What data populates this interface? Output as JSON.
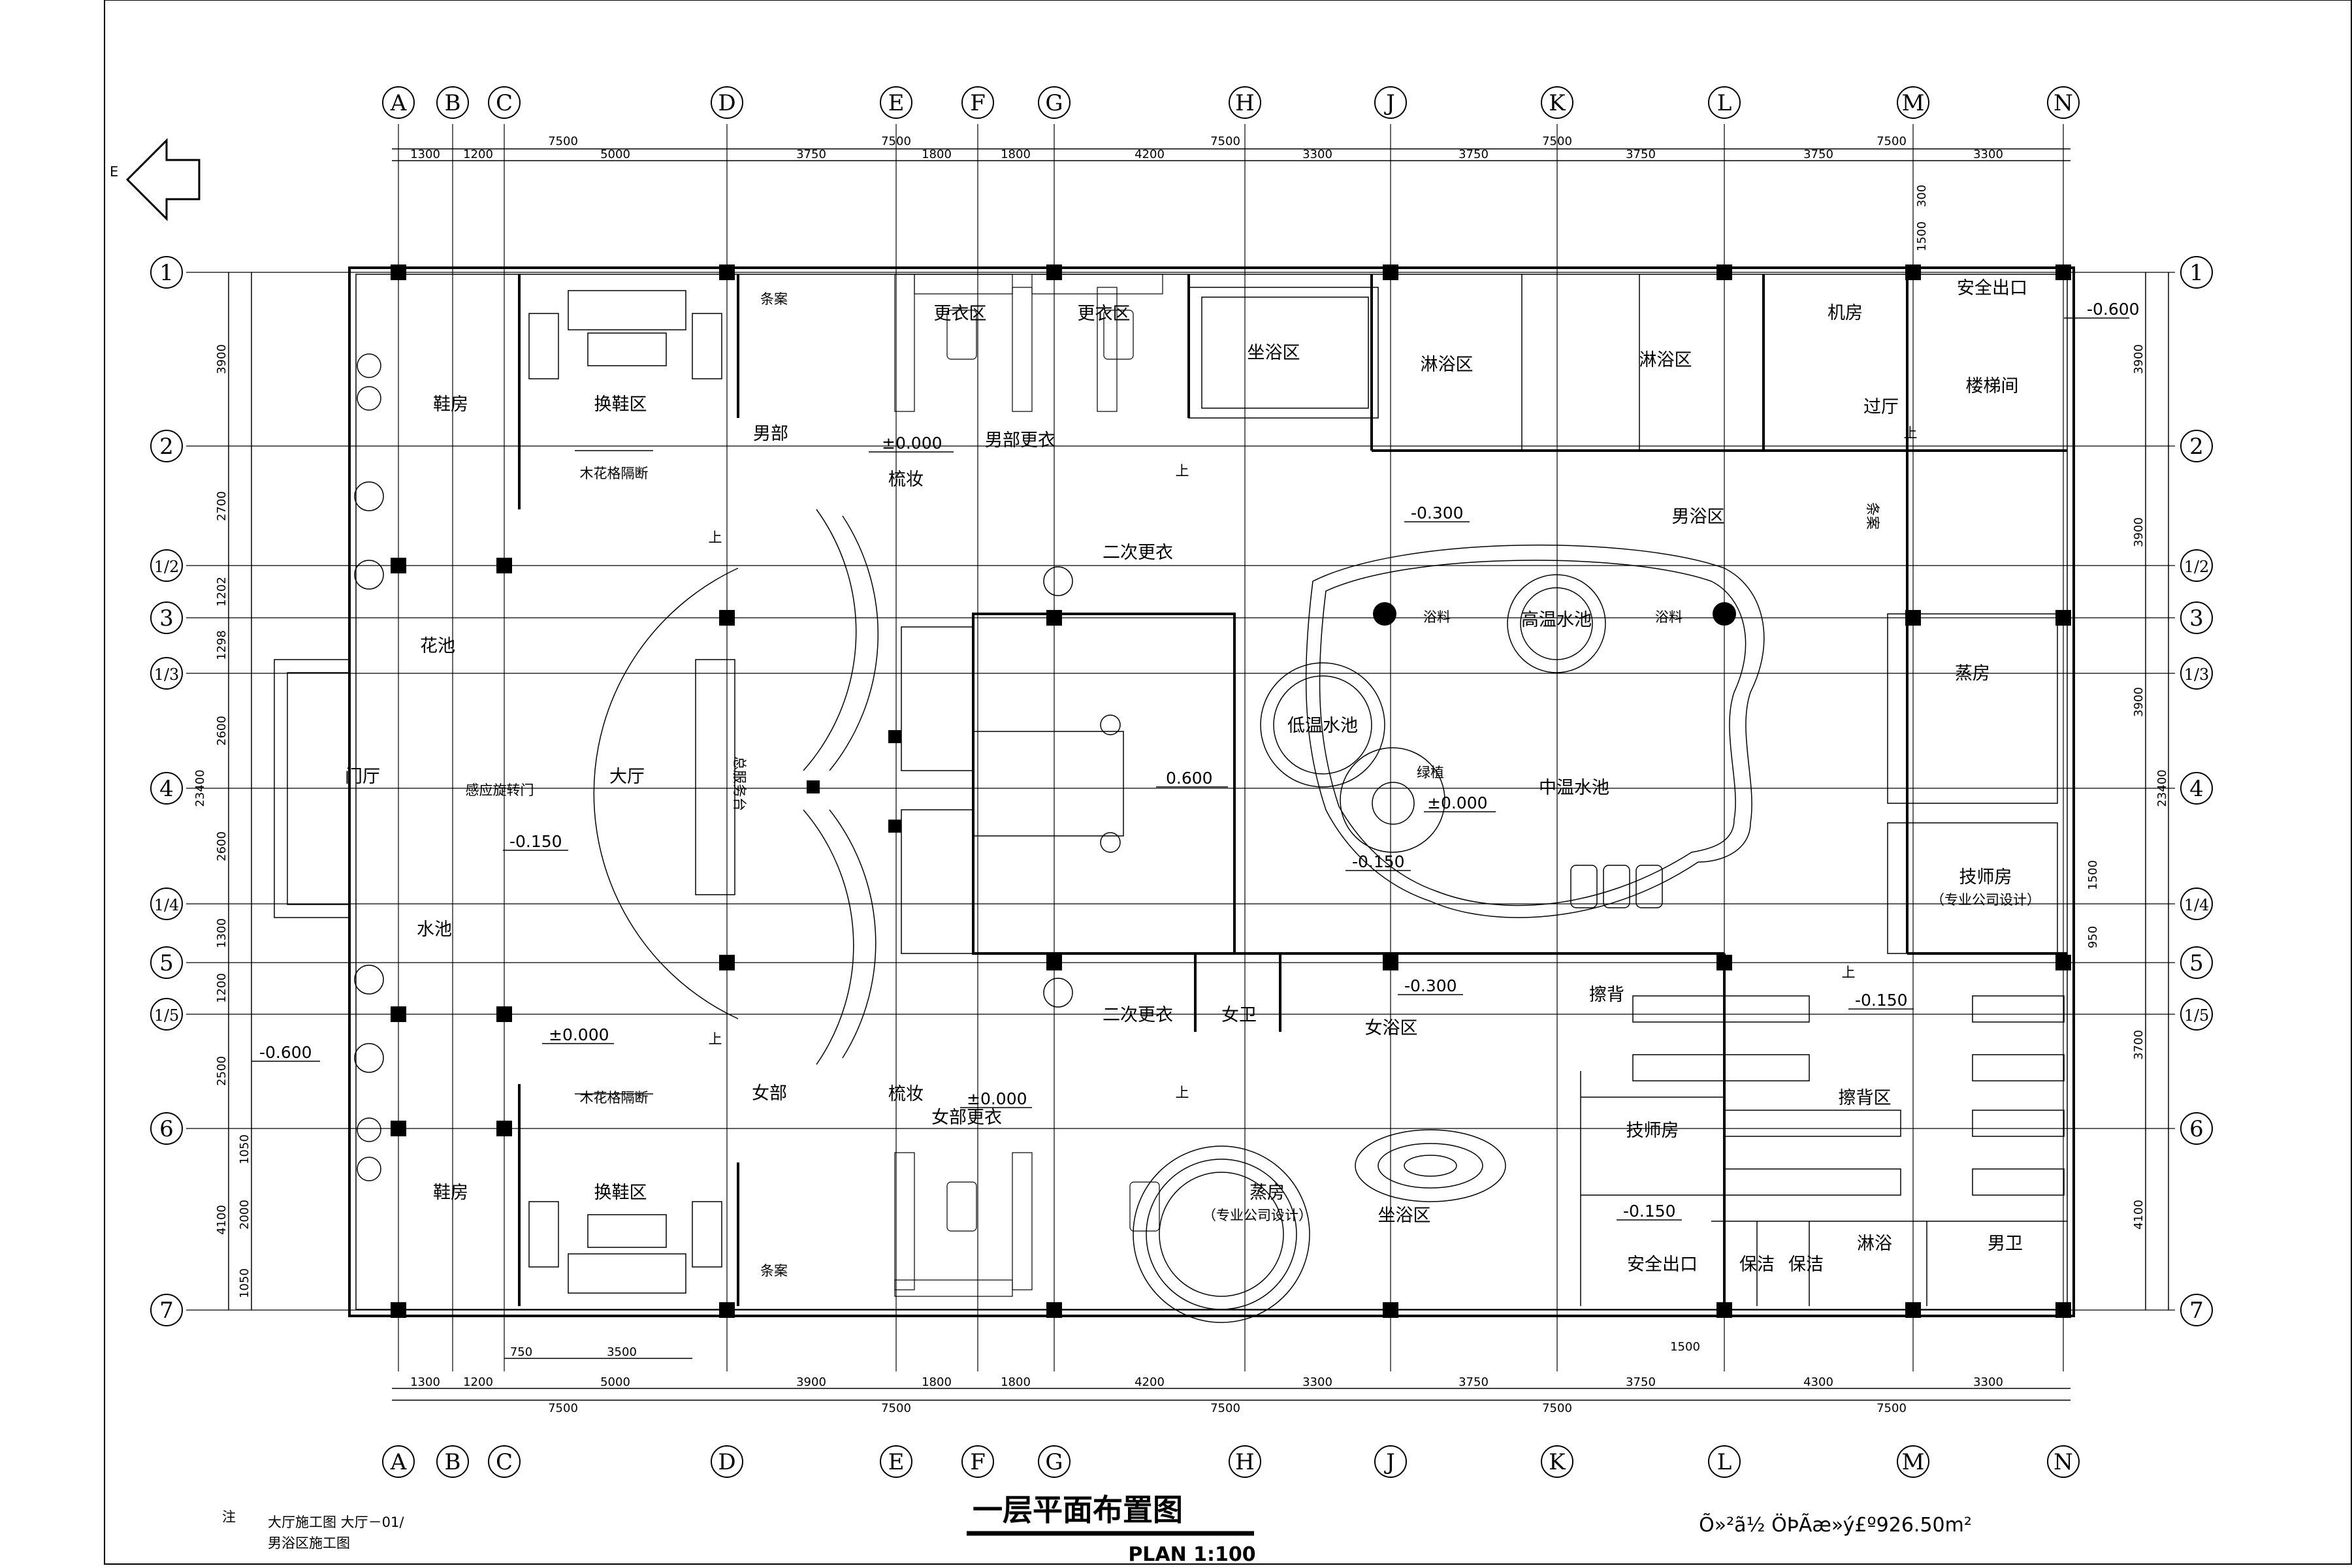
{
  "drawing": {
    "title": "一层平面布置图",
    "subtitle": "PLAN  1:100",
    "area_note": "Õ»²ã½ ÖÞÃæ»ý£º926.50m²",
    "sheet_note_1": "大厅施工图  大厅－01/",
    "sheet_note_2": "男浴区施工图",
    "sheet_note_mark": "注",
    "left_edge_mark": "E"
  },
  "axes": {
    "columns": [
      "A",
      "B",
      "C",
      "D",
      "E",
      "F",
      "G",
      "H",
      "J",
      "K",
      "L",
      "M",
      "N"
    ],
    "rows": [
      "1",
      "2",
      "1/2",
      "3",
      "1/3",
      "4",
      "1/4",
      "5",
      "1/5",
      "6",
      "7"
    ]
  },
  "dimensions": {
    "top_overall": [
      "7500",
      "7500",
      "7500",
      "7500",
      "7500"
    ],
    "top_detail": [
      "1300",
      "1200",
      "5000",
      "3750",
      "1800",
      "1800",
      "4200",
      "3300",
      "3750",
      "3750",
      "3750",
      "3300"
    ],
    "top_extra": [
      "300",
      "1500"
    ],
    "bottom_overall": [
      "7500",
      "7500",
      "7500",
      "7500",
      "7500"
    ],
    "bottom_detail": [
      "1300",
      "1200",
      "5000",
      "3900",
      "1800",
      "1800",
      "4200",
      "3300",
      "3750",
      "3750",
      "4300",
      "3300"
    ],
    "bottom_extra": [
      "750",
      "3500"
    ],
    "left_rows": [
      "3900",
      "2700",
      "1202",
      "1298",
      "2600",
      "2600",
      "1300",
      "1200",
      "2500",
      "1050",
      "2000",
      "1050"
    ],
    "left_total": "23400",
    "left_sub": "4100",
    "right_rows": [
      "3900",
      "3900",
      "3900",
      "3700",
      "4100"
    ],
    "right_total": "23400",
    "right_sub": [
      "1500",
      "950"
    ],
    "bottom_door": "1500"
  },
  "rooms": {
    "shoe_room_top": "鞋房",
    "shoe_change_top": "换鞋区",
    "wood_partition_top": "木花格隔断",
    "men": "男部",
    "men_changing": "男部更衣",
    "changing_1": "更衣区",
    "changing_2": "更衣区",
    "sitting_bath_top": "坐浴区",
    "shower_1": "淋浴区",
    "shower_2": "淋浴区",
    "machine_room": "机房",
    "safety_exit_top": "安全出口",
    "stair_room": "楼梯间",
    "hall_passage": "过厅",
    "men_bath": "男浴区",
    "makeup_top": "梳妆",
    "second_change_top": "二次更衣",
    "flower_pool": "花池",
    "lobby": "大厅",
    "entry": "门厅",
    "revolving_door": "感应旋转门",
    "reception": "总服务台",
    "high_pool": "高温水池",
    "low_pool": "低温水池",
    "mid_pool": "中温水池",
    "steam_right": "蒸房",
    "technician_right": "技师房",
    "technician_right_note": "（专业公司设计）",
    "water_pool": "水池",
    "women": "女部",
    "women_changing": "女部更衣",
    "makeup_bottom": "梳妆",
    "second_change_bottom": "二次更衣",
    "women_wc": "女卫",
    "women_bath": "女浴区",
    "scrub": "擦背",
    "scrub_area": "擦背区",
    "technician_mid": "技师房",
    "shoe_room_bottom": "鞋房",
    "shoe_change_bottom": "换鞋区",
    "wood_partition_bottom": "木花格隔断",
    "steam_bottom": "蒸房",
    "steam_bottom_note": "（专业公司设计）",
    "sitting_bath_bottom": "坐浴区",
    "safety_exit_bottom": "安全出口",
    "cleaning_1": "保洁",
    "cleaning_2": "保洁",
    "shower_small": "淋浴",
    "men_wc": "男卫",
    "bar_top": "条案",
    "bar_bottom": "条案",
    "bar_right": "条案",
    "pool_material_1": "浴料",
    "pool_material_2": "浴料",
    "plant_mark": "绿植",
    "up_mark": "上"
  },
  "levels": {
    "l_top_right": "-0.600",
    "l_changing": "±0.000",
    "l_men_bath": "-0.300",
    "l_lobby_door": "-0.150",
    "l_stair": "0.600",
    "l_pool_mid": "±0.000",
    "l_pool_low": "-0.150",
    "l_left": "-0.600",
    "l_lobby_bottom": "±0.000",
    "l_women_change": "±0.000",
    "l_women_bath": "-0.300",
    "l_scrub": "-0.150",
    "l_exit_bottom": "-0.150"
  }
}
